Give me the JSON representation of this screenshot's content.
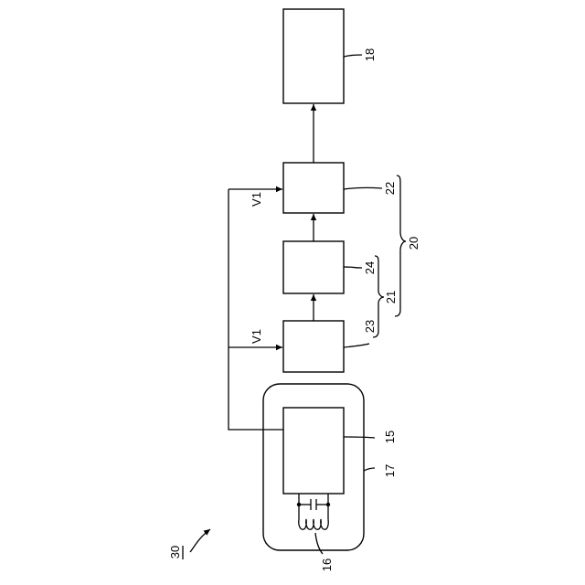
{
  "labels": {
    "ref_18": "18",
    "ref_22": "22",
    "ref_24": "24",
    "ref_23": "23",
    "ref_15": "15",
    "ref_17": "17",
    "ref_16": "16",
    "ref_20": "20",
    "ref_21": "21",
    "ref_30": "30",
    "signal_upper": "V1",
    "signal_lower": "V1"
  }
}
